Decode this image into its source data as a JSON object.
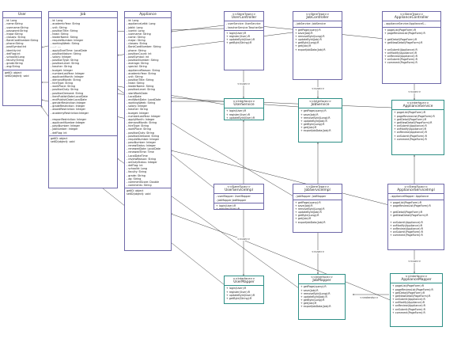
{
  "classes": {
    "user": {
      "name": "User",
      "attrs": [
        "- id: Long",
        "- name:String",
        "- username:String",
        "- password:String",
        "- major:String",
        "- classes: String",
        "- BankCardNumber:String",
        "- phone:String",
        "- postSymbol:int",
        "- identity:int",
        "- deiFlag:int",
        "- schoolId:Long",
        "- faculty:String",
        "- grade:String",
        "- avg:String"
      ],
      "ops": [
        "getID: object",
        "setID(object): void"
      ]
    },
    "job": {
      "name": "Job",
      "attrs": [
        "- id: Long",
        "- academicYear: String",
        "- unit: String",
        "- positionTitle: String",
        "- head: String",
        "- leaderName: String",
        "- requireNumber: Integer",
        "- workingWeek: String",
        "- ....: ....",
        "- applyStartTime: LocalDate",
        "- positionNature: String",
        "- salary: Integer",
        "- positionType: String",
        "- positionLevel: String",
        "- teacher: String",
        "- budget: Integer",
        "- numberLastYear: Integer",
        "- applicantMonth: Integer",
        "- demandMonth: String",
        "- hireType: String",
        "- workPlace: String",
        "- positionDuty: String",
        "- positionDemand: String",
        "- itemPublishDate:LocalDate",
        "- endPublishDate:LocalDate",
        "- genderRestriction:Integer",
        "- gradeRestriction: Integer",
        "- awardRestriction: Integer",
        "- academyRestriction:Integer",
        "",
        "- responRestriction: Integer",
        "- applicantNumber:Integer",
        "- passNumber: Integer",
        "- jobNumber: Integer",
        "- delFlag: int"
      ],
      "ops": [
        "getID: object",
        "setID(object): void"
      ]
    },
    "appliance": {
      "name": "Appliance",
      "attrs": [
        "- id: Long",
        "- applianceLetId: Long",
        "- jobId: Long",
        "- userId: Long",
        "- username: String",
        "- name: String",
        "- major: String",
        "- classes: String",
        "- BankCardNumber: String",
        "- phone: String",
        "- positionCount: int",
        "- postSymbol: int",
        "- positionNumber: String",
        "- average: String",
        "- special: String",
        "- applianceReason: String",
        "- academicYear: String",
        "- unit: String",
        "- positionTitle: String",
        "- head: String",
        "- leaderName: String",
        "- positionLevel: String",
        "- startWorkDate:",
        "- LocalDate",
        "- endWorkDate: LocalDate",
        "- workingWeek: String",
        "- salary: Integer",
        "- teacher: String",
        "- budget: Integer",
        "- numberLastYear: Integer",
        "- applyMonth: Integer",
        "- demandMonth: String",
        "- hireType: String",
        "- workPlace: String",
        "- positionDuty: String",
        "- positionDemand: String",
        "- requireNumber: Integer",
        "- passNumber: Integer",
        "- renewStatus: Integer",
        "- renewedDate: LocalDate",
        "- renewedTime: Time",
        "- LocalDateTime",
        "- reviewReason: String",
        "- onDutyStatus: Integer",
        "- delFlag: int",
        "- schoolId: Long",
        "- faculty: String",
        "- grade: String",
        "- ag: String",
        "- commentScore: Double",
        "- comments: String"
      ],
      "ops": [
        "getID: object",
        "setID(object): void"
      ]
    },
    "userController": {
      "stereo": "<<StereType>>",
      "name": "UserController",
      "attrs": [
        "- userService: UserService",
        "- teacherService:TeacherServ..."
      ],
      "ops": [
        "+ login(User):R",
        "+ register(User):R",
        "+ updateById(User):R",
        "+ getById(String):R"
      ]
    },
    "jobController": {
      "stereo": "<<StereType>>",
      "name": "JobController",
      "attrs": [
        "- jobService: JobService"
      ],
      "ops": [
        "+ getPage(query):R",
        "+ save(Job):R",
        "+ removeById(Long):R",
        "+ updateById(Job):R",
        "+ getById(Long):R",
        "+ get(Job):R",
        "+ exportJobData(Job):R"
      ]
    },
    "applianceController": {
      "stereo": "<<StereType>>",
      "name": "ApplianceController",
      "attrs": [
        "- applianceService:ApplianceS..."
      ],
      "ops": [
        "+ pageList(PageForm):R",
        "+ pageReviewList(PageForm):R",
        "",
        "+ getDetail(PageForm):R",
        "+ getNewDetail(PageForm):R",
        "",
        "+ onSubmit(Appliance):R",
        "+ onModify(Appliance):R",
        "+ onReview(Appliance):R",
        "+ onSubmit(PageForm):R",
        "+ comment(PageForm):R"
      ]
    },
    "userService": {
      "stereo": "<<Interface>>",
      "name": "UserService",
      "attrs": [],
      "ops": [
        "+ login(User):R",
        "+ register(User):R",
        "+ updateById(User):R",
        "+ getById(String):R"
      ]
    },
    "jobService": {
      "stereo": "<<Interface>>",
      "name": "JobService",
      "attrs": [],
      "ops": [
        "+ getPage(query):R",
        "+ save(Job):R",
        "+ removeById(Long):R",
        "+ updateById(Job):R",
        "+ getById(Long):R",
        "+ get(Job):R",
        "+ exportJobData(Job):R"
      ]
    },
    "applianceService": {
      "stereo": "<<Interface>>",
      "name": "ApplianceService",
      "attrs": [],
      "ops": [
        "+ pageList(PageForm):R",
        "+ pageReviewList(PageForm):R",
        "+ getDetail(PageForm):R",
        "+ getNewDetail(PageForm):R",
        "+ onSubmit(Appliance):R",
        "+ onModify(Appliance):R",
        "+ onReview(Appliance):R",
        "+ onSubmit(PageForm):R",
        "+ comment(PageForm):R"
      ]
    },
    "userServiceImpl": {
      "stereo": "<<StereType>>",
      "name": "UserServiceImpl",
      "attrs": [
        "- userMapper: UserMapper",
        "- jobMapper:JobMapper"
      ],
      "ops": [
        "+ login(User):R",
        "+ register(User):R",
        "+ updateById(User):R",
        "+ getById(String):R"
      ]
    },
    "jobServiceImpl": {
      "stereo": "<<StereType>>",
      "name": "JobServiceImpl",
      "attrs": [
        "- jobMapper: JobMapper"
      ],
      "ops": [
        "+ getPage(query):R",
        "+ save(Job):R",
        "+ removeById(Long):R",
        "+ updateById(Job):R",
        "+ getById(Long):R",
        "+ get(Job):R",
        "+ exportJobData(Job):R"
      ]
    },
    "applianceServiceImpl": {
      "stereo": "<<StereType>>",
      "name": "ApplianceServiceImpl",
      "attrs": [
        "- applianceMapper: Appliance"
      ],
      "ops": [
        "+ pageList(PageForm):R",
        "+ pageReviewList(PageForm):R",
        "",
        "+ getDetail(PageForm):R",
        "+ getNewDetail(PageForm):R",
        "",
        "+ onSubmit(Appliance):R",
        "+ onModify(Appliance):R",
        "+ onReview(Appliance):R",
        "+ onSubmit(PageForm):R",
        "+ comment(PageForm):R"
      ]
    },
    "userMapper": {
      "stereo": "<<Interface>>",
      "name": "UserMapper",
      "attrs": [],
      "ops": [
        "+ login(User):R",
        "+ register(User):R",
        "+ updateById(User):R",
        "+ getById(String):R"
      ]
    },
    "jobMapper": {
      "stereo": "<<Interface>>",
      "name": "JobMapper",
      "attrs": [],
      "ops": [
        "+ getPage(query):R",
        "+ save(Job):R",
        "+ removeById(Long):R",
        "+ updateById(Job):R",
        "+ getById(Long):R",
        "+ get(Job):R",
        "+ exportJobData(Job):R"
      ]
    },
    "applianceMapper": {
      "stereo": "<<Interface>>",
      "name": "ApplianceMapper",
      "attrs": [],
      "ops": [
        "+ pageList(PageForm):R",
        "+ pageReviewList(PageForm):R",
        "+ getDetail(PageForm):R",
        "+ getNewDetail(PageForm):R",
        "+ onSubmit(Appliance):R",
        "+ onModify(Appliance):R",
        "+ onReview(Appliance):R",
        "+ onSubmit(PageForm):R",
        "+ comment(PageForm):R"
      ]
    }
  },
  "labels": {
    "use": "<<use>>",
    "extends": "<<extends>>"
  }
}
